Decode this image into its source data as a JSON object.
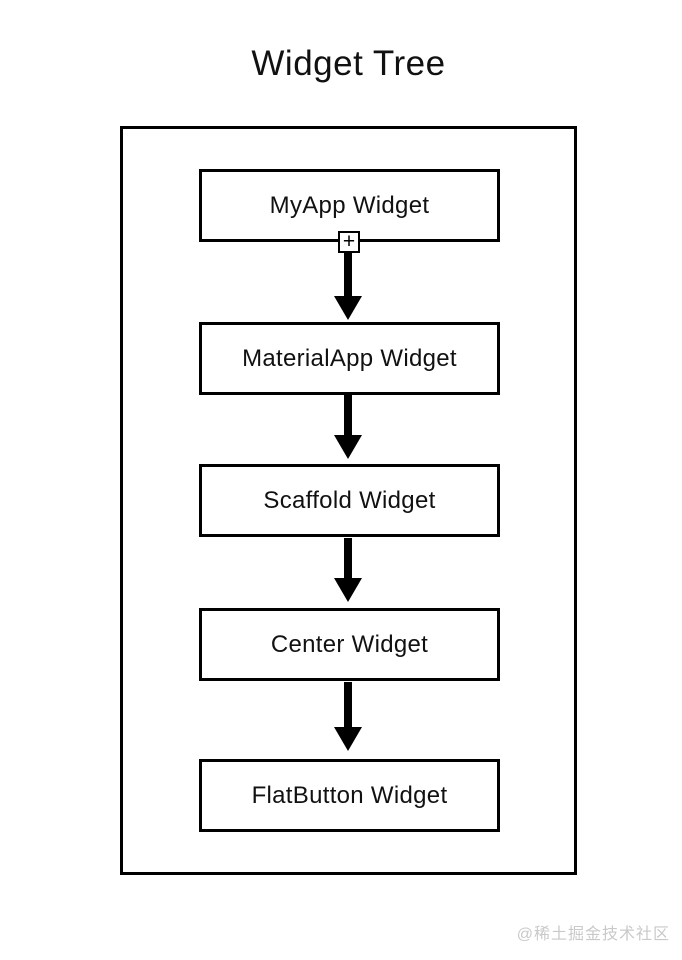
{
  "title": "Widget Tree",
  "nodes": [
    {
      "label": "MyApp Widget"
    },
    {
      "label": "MaterialApp Widget"
    },
    {
      "label": "Scaffold Widget"
    },
    {
      "label": "Center Widget"
    },
    {
      "label": "FlatButton Widget"
    }
  ],
  "icons": {
    "expand_handle_glyph": "+"
  },
  "watermark": "@稀土掘金技术社区",
  "colors": {
    "stroke": "#000000",
    "background": "#ffffff",
    "text": "#111111",
    "watermark": "#c9c9c9"
  }
}
